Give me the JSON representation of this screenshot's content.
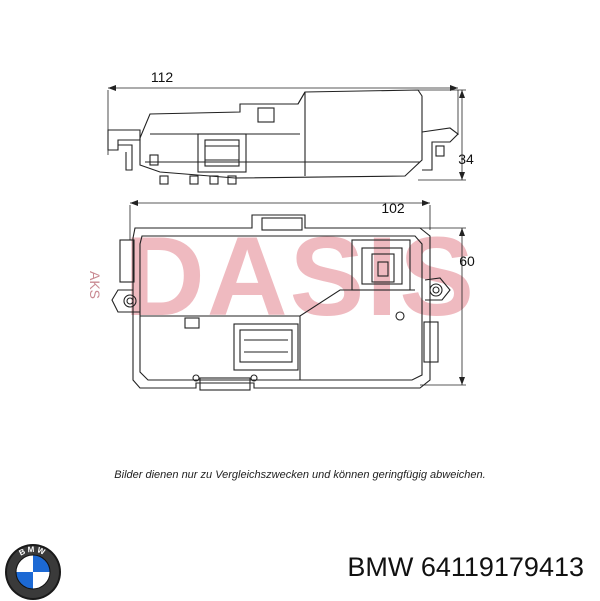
{
  "drawing": {
    "dimensions": {
      "top_width": "112",
      "top_height": "34",
      "bottom_width": "102",
      "bottom_height": "60"
    },
    "watermark": {
      "text": "DASIS",
      "side_text": "AKS",
      "color": "#e8a0a8"
    }
  },
  "disclaimer": "Bilder dienen nur zu Vergleichszwecken und können geringfügig abweichen.",
  "brand": {
    "logo_text": "BMW",
    "name": "BMW",
    "part_number": "64119179413"
  }
}
